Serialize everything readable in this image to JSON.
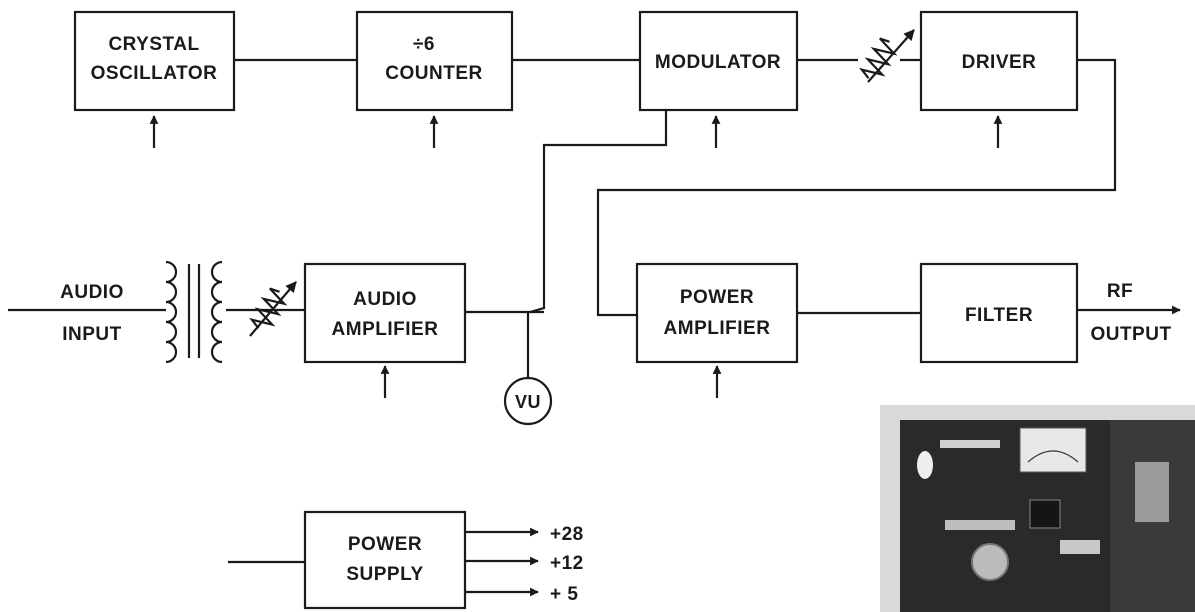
{
  "blocks": {
    "crystal_oscillator": [
      "CRYSTAL",
      "OSCILLATOR"
    ],
    "counter": [
      "÷6",
      "COUNTER"
    ],
    "modulator": "MODULATOR",
    "driver": "DRIVER",
    "audio_amplifier": [
      "AUDIO",
      "AMPLIFIER"
    ],
    "power_amplifier": [
      "POWER",
      "AMPLIFIER"
    ],
    "filter": "FILTER",
    "power_supply": [
      "POWER",
      "SUPPLY"
    ]
  },
  "input_label": [
    "AUDIO",
    "INPUT"
  ],
  "output_label": [
    "RF",
    "OUTPUT"
  ],
  "meter_label": "VU",
  "supply_outputs": [
    "+28",
    "+12",
    "+ 5"
  ]
}
